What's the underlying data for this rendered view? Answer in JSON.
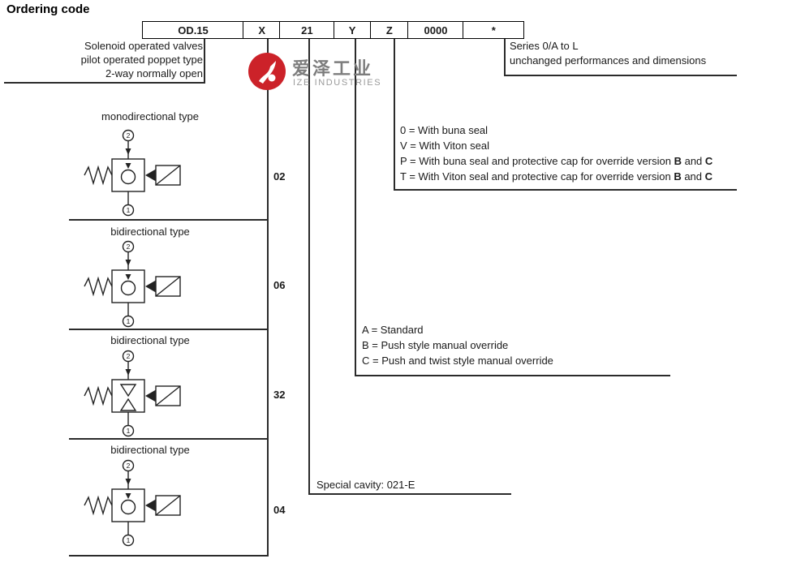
{
  "title": "Ordering code",
  "code_boxes": [
    "OD.15",
    "X",
    "21",
    "Y",
    "Z",
    "0000",
    "*"
  ],
  "left_note": {
    "line1": "Solenoid operated valves",
    "line2": "pilot operated poppet type",
    "line3": "2-way normally open"
  },
  "series_note": {
    "line1": "Series 0/A to L",
    "line2": "unchanged performances and dimensions"
  },
  "watermark": {
    "cn": "爱泽工业",
    "en": "IZE INDUSTRIES",
    "brand_color": "#cc2229"
  },
  "valve_types": [
    {
      "label": "monodirectional type",
      "code": "02",
      "symbol": "poppet",
      "port_top": "2",
      "port_bottom": "1"
    },
    {
      "label": "bidirectional type",
      "code": "06",
      "symbol": "poppet",
      "port_top": "2",
      "port_bottom": "1"
    },
    {
      "label": "bidirectional type",
      "code": "32",
      "symbol": "dual",
      "port_top": "2",
      "port_bottom": "1"
    },
    {
      "label": "bidirectional type",
      "code": "04",
      "symbol": "poppet",
      "port_top": "2",
      "port_bottom": "1"
    }
  ],
  "seal_options": [
    [
      {
        "t": "0 = With buna seal",
        "b": false
      }
    ],
    [
      {
        "t": "V = With Viton seal",
        "b": false
      }
    ],
    [
      {
        "t": "P = With buna seal and protective cap for override version ",
        "b": false
      },
      {
        "t": "B",
        "b": true
      },
      {
        "t": " and ",
        "b": false
      },
      {
        "t": "C",
        "b": true
      }
    ],
    [
      {
        "t": "T = With Viton seal and protective cap for override version ",
        "b": false
      },
      {
        "t": "B",
        "b": true
      },
      {
        "t": " and ",
        "b": false
      },
      {
        "t": "C",
        "b": true
      }
    ]
  ],
  "override_options": [
    "A = Standard",
    "B = Push style manual override",
    "C = Push and twist style manual override"
  ],
  "special_cavity": "Special cavity: 021-E"
}
